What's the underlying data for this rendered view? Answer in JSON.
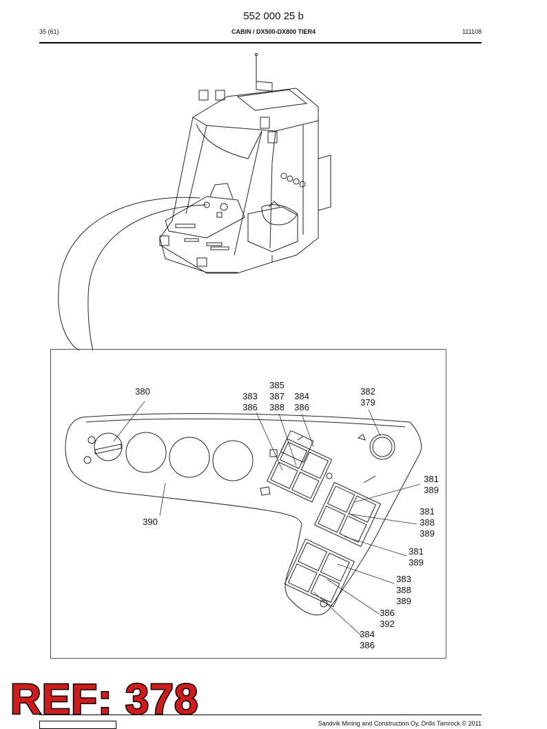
{
  "header": {
    "doc_number": "552 000 25 b",
    "page_count": "35 (61)",
    "title": "CABIN / DX500-DX800 TIER4",
    "date": "111108"
  },
  "footer": {
    "copyright": "Sandvik Mining and Construction Oy, Drills Tamrock © 2011"
  },
  "ref_label": "REF: 378",
  "callouts": [
    {
      "id": "c1",
      "lines": [
        "380"
      ]
    },
    {
      "id": "c2",
      "lines": [
        "383",
        "386"
      ]
    },
    {
      "id": "c3",
      "lines": [
        "385",
        "387",
        "388"
      ]
    },
    {
      "id": "c4",
      "lines": [
        "384",
        "386"
      ]
    },
    {
      "id": "c5",
      "lines": [
        "382",
        "379"
      ]
    },
    {
      "id": "c6",
      "lines": [
        "381",
        "389"
      ]
    },
    {
      "id": "c7",
      "lines": [
        "390"
      ]
    },
    {
      "id": "c8",
      "lines": [
        "381",
        "388",
        "389"
      ]
    },
    {
      "id": "c9",
      "lines": [
        "381",
        "389"
      ]
    },
    {
      "id": "c10",
      "lines": [
        "383",
        "388",
        "389"
      ]
    },
    {
      "id": "c11",
      "lines": [
        "386",
        "392"
      ]
    },
    {
      "id": "c12",
      "lines": [
        "384",
        "386"
      ]
    }
  ]
}
